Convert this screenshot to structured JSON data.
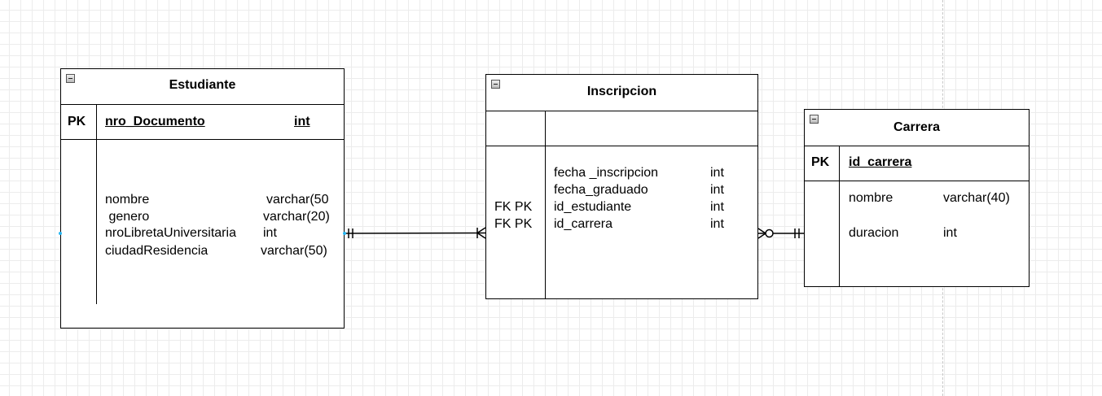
{
  "estudiante": {
    "title": "Estudiante",
    "pk_label": "PK",
    "pk_field": "nro_Documento",
    "pk_type": "int",
    "fields": [
      {
        "name": "nombre",
        "type": "varchar(50"
      },
      {
        "name": " genero",
        "type": "varchar(20)"
      },
      {
        "name": "nroLibretaUniversitaria",
        "type": "int"
      },
      {
        "name": "ciudadResidencia",
        "type": "varchar(50)"
      }
    ]
  },
  "inscripcion": {
    "title": "Inscripcion",
    "fields": [
      {
        "key": "",
        "name": "fecha _inscripcion",
        "type": "int"
      },
      {
        "key": "",
        "name": "fecha_graduado",
        "type": "int"
      },
      {
        "key": "FK PK",
        "name": "id_estudiante",
        "type": "int"
      },
      {
        "key": "FK PK",
        "name": "id_carrera",
        "type": "int"
      }
    ]
  },
  "carrera": {
    "title": "Carrera",
    "pk_label": "PK",
    "pk_field": "id_carrera",
    "fields": [
      {
        "name": "nombre",
        "type": "varchar(40)"
      },
      {
        "name": "duracion",
        "type": "int"
      }
    ]
  },
  "relationships": [
    {
      "from": "Estudiante",
      "to": "Inscripcion",
      "from_end": "one-and-only-one",
      "to_end": "one-or-many"
    },
    {
      "from": "Inscripcion",
      "to": "Carrera",
      "from_end": "zero-or-many",
      "to_end": "one-and-only-one"
    }
  ]
}
